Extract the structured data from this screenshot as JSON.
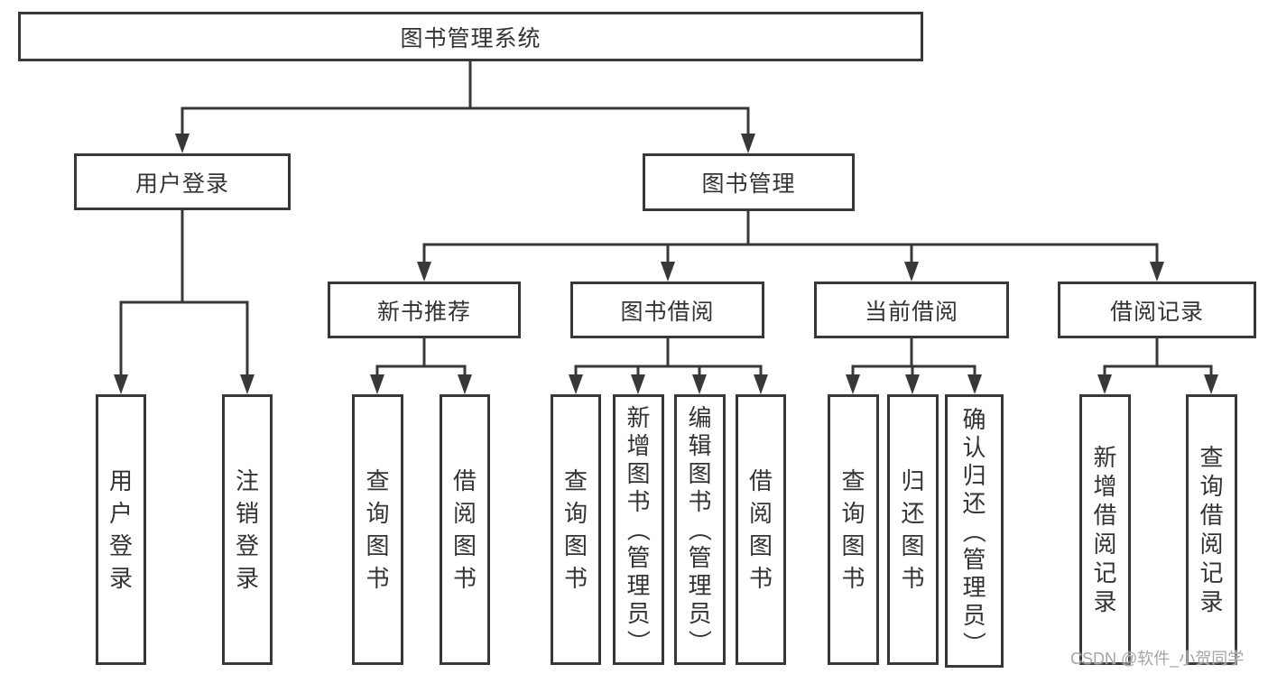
{
  "tree": {
    "root": "图书管理系统",
    "branches": [
      {
        "label": "用户登录",
        "children": [
          "用户登录",
          "注销登录"
        ]
      },
      {
        "label": "图书管理",
        "groups": [
          {
            "label": "新书推荐",
            "children": [
              "查询图书",
              "借阅图书"
            ]
          },
          {
            "label": "图书借阅",
            "children": [
              "查询图书",
              "新增图书（管理员）",
              "编辑图书（管理员）",
              "借阅图书"
            ]
          },
          {
            "label": "当前借阅",
            "children": [
              "查询图书",
              "归还图书",
              "确认归还（管理员）"
            ]
          },
          {
            "label": "借阅记录",
            "children": [
              "新增借阅记录",
              "查询借阅记录"
            ]
          }
        ]
      }
    ]
  },
  "watermark": "CSDN @软件_小贺同学",
  "colors": {
    "line": "#383838",
    "text": "#333333",
    "node_fill": "#ffffff",
    "watermark": "#a5a5a5",
    "background": "#ffffff"
  }
}
